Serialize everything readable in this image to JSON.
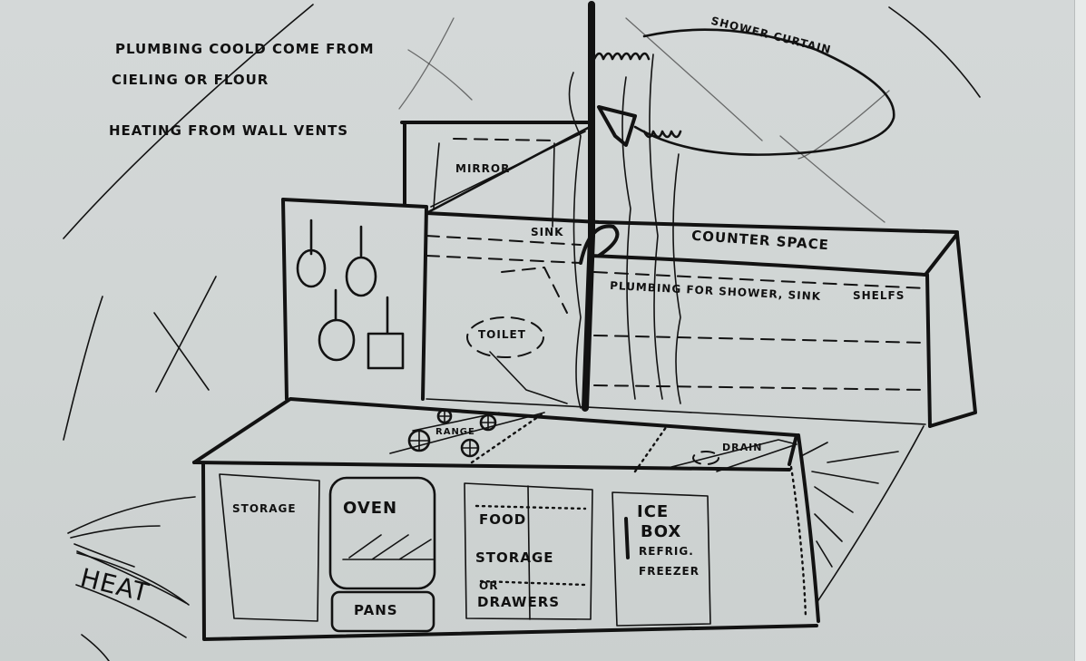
{
  "sketch": {
    "title": "Bathroom / kitchen unit concept sketch",
    "ink_color": "#121212",
    "paper_color": "#d2d6d5"
  },
  "notes": {
    "plumbing_line1": "Plumbing coold come from",
    "plumbing_line2": "cieling or flour",
    "heating": "Heating from wall vents"
  },
  "labels": {
    "shower_curtain": "Shower curtain",
    "mirror": "Mirror",
    "sink": "Sink",
    "counter_space": "Counter space",
    "shelfs": "Shelfs",
    "plumbing": "Plumbing for shower, sink",
    "toilet": "Toilet",
    "range": "Range",
    "drain": "Drain",
    "storage": "Storage",
    "oven": "Oven",
    "pans": "Pans",
    "food": "Food",
    "food_storage": "Storage",
    "or": "or",
    "drawers": "Drawers",
    "ice": "Ice",
    "box": "Box",
    "refrig": "Refrig.",
    "freezer": "Freezer",
    "heat": "Heat"
  },
  "icons": {
    "hanging_pan": "pan-hook",
    "burner": "burner-x",
    "spatula": "spatula"
  }
}
